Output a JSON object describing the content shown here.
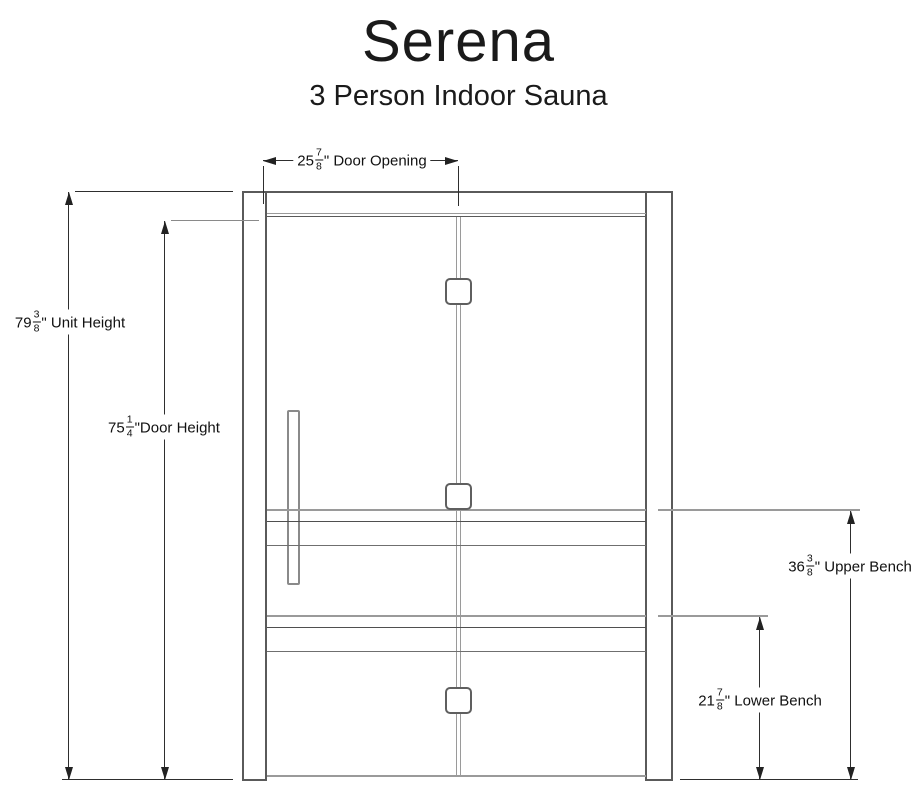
{
  "title": "Serena",
  "subtitle": "3 Person Indoor Sauna",
  "dimensions": {
    "door_opening": {
      "whole": "25",
      "numerator": "7",
      "denominator": "8",
      "suffix": "\" Door Opening",
      "display": "25 7/8\" Door Opening"
    },
    "unit_height": {
      "whole": "79",
      "numerator": "3",
      "denominator": "8",
      "suffix": "\" Unit Height",
      "display": "79 3/8\" Unit Height"
    },
    "door_height": {
      "whole": "75",
      "numerator": "1",
      "denominator": "4",
      "suffix": "\"Door Height",
      "display": "75 1/4\"Door Height"
    },
    "upper_bench": {
      "whole": "36",
      "numerator": "3",
      "denominator": "8",
      "suffix": "\" Upper Bench",
      "display": "36 3/8\" Upper Bench"
    },
    "lower_bench": {
      "whole": "21",
      "numerator": "7",
      "denominator": "8",
      "suffix": "\" Lower Bench",
      "display": "21 7/8\" Lower Bench"
    }
  },
  "colors": {
    "background": "#ffffff",
    "drawing_line": "#5a5a5a",
    "light_line": "#9a9a9a",
    "dimension_line": "#2e2e2e",
    "text": "#111111"
  }
}
